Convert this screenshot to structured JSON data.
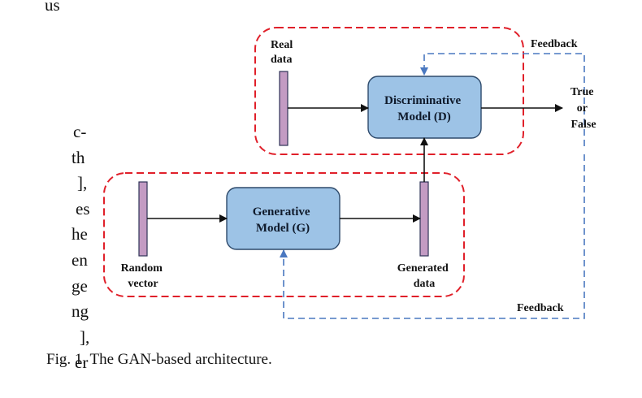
{
  "left_column_fragments": [
    "us",
    "c-",
    "th",
    "],",
    "es",
    "he",
    "en",
    "ge",
    "ng",
    "],",
    "er"
  ],
  "figure": {
    "title": "GAN-based architecture diagram",
    "nodes": {
      "real_data": "Real\ndata",
      "real_data_lines": [
        "Real",
        "data"
      ],
      "discriminator_lines": [
        "Discriminative",
        "Model (D)"
      ],
      "generator_lines": [
        "Generative",
        "Model (G)"
      ],
      "random_vector_lines": [
        "Random",
        "vector"
      ],
      "generated_data_lines": [
        "Generated",
        "data"
      ],
      "output_lines": [
        "True",
        "or",
        "False"
      ]
    },
    "feedback_top": "Feedback",
    "feedback_bottom": "Feedback",
    "colors": {
      "model_fill": "#9dc3e6",
      "model_stroke": "#2e4a6b",
      "bar_fill": "#c39bc3",
      "bar_stroke": "#2e3358",
      "group_dash": "#e0202a",
      "feedback_dash": "#4a78c0",
      "arrow": "#111111"
    }
  },
  "caption": "Fig. 1.  The GAN-based architecture."
}
